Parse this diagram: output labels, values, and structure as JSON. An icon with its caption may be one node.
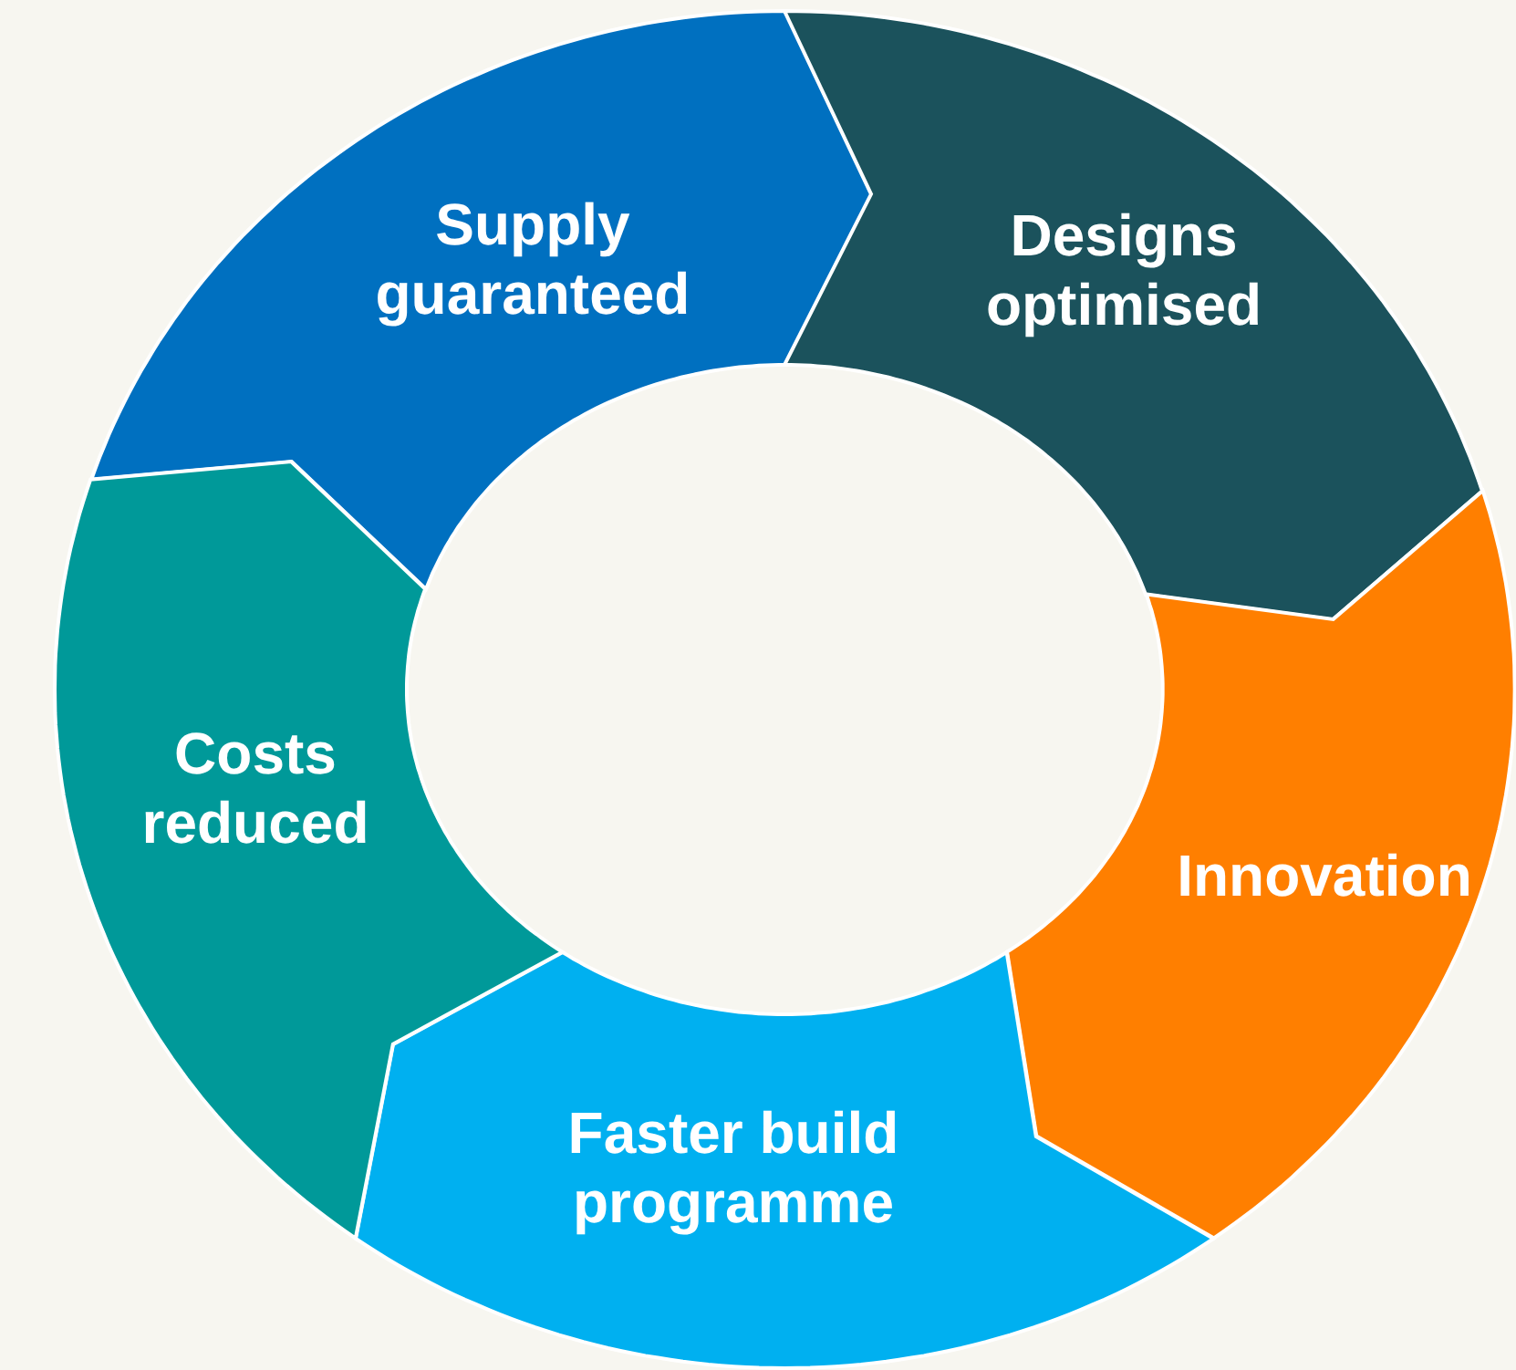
{
  "diagram": {
    "nodes": [
      {
        "text": [
          "Supply guaranteed"
        ]
      },
      {
        "text": [
          "Designs optimised"
        ]
      },
      {
        "text": [
          "Innovation"
        ]
      },
      {
        "text": [
          "Faster build programme"
        ]
      },
      {
        "text": [
          "Costs reduced"
        ]
      }
    ]
  }
}
